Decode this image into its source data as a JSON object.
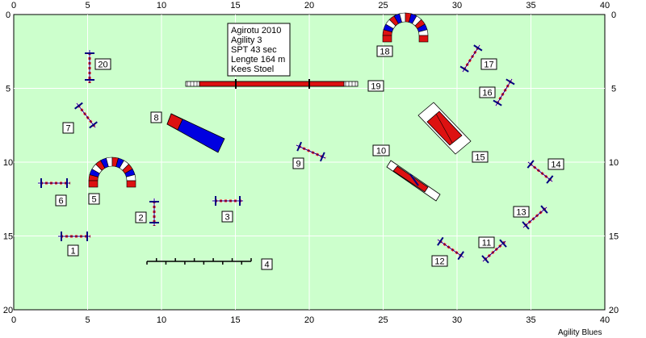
{
  "course": {
    "info_lines": [
      "Agirotu 2010",
      "Agility 3",
      "SPT 43 sec",
      "Lengte 164 m",
      "Kees Stoel"
    ],
    "brand": "Agility Blues"
  },
  "axes": {
    "x_ticks": [
      "0",
      "5",
      "10",
      "15",
      "20",
      "25",
      "30",
      "35",
      "40"
    ],
    "y_ticks": [
      "0",
      "5",
      "10",
      "15",
      "20"
    ]
  },
  "field": {
    "background": "#ccffcc",
    "grid_color": "#ffffff",
    "frame_color": "#000000"
  },
  "colors": {
    "bar_red": "#ff0000",
    "bar_white": "#ffffff",
    "post_blue": "#000080",
    "tunnel_blue": "#0000e0",
    "tunnel_red": "#dd1111"
  },
  "obstacles": [
    {
      "number": "1",
      "type": "jump",
      "icon": "jump-icon"
    },
    {
      "number": "2",
      "type": "jump",
      "icon": "jump-icon"
    },
    {
      "number": "3",
      "type": "jump",
      "icon": "jump-icon"
    },
    {
      "number": "4",
      "type": "weave-poles",
      "icon": "weave-poles-icon"
    },
    {
      "number": "5",
      "type": "tyre-arch",
      "icon": "tyre-arch-icon"
    },
    {
      "number": "6",
      "type": "jump",
      "icon": "jump-icon"
    },
    {
      "number": "7",
      "type": "jump",
      "icon": "jump-icon"
    },
    {
      "number": "8",
      "type": "tunnel",
      "icon": "tunnel-icon"
    },
    {
      "number": "9",
      "type": "jump",
      "icon": "jump-icon"
    },
    {
      "number": "10",
      "type": "seesaw",
      "icon": "seesaw-icon"
    },
    {
      "number": "11",
      "type": "jump",
      "icon": "jump-icon"
    },
    {
      "number": "12",
      "type": "jump",
      "icon": "jump-icon"
    },
    {
      "number": "13",
      "type": "jump",
      "icon": "jump-icon"
    },
    {
      "number": "14",
      "type": "jump",
      "icon": "jump-icon"
    },
    {
      "number": "15",
      "type": "a-frame",
      "icon": "a-frame-icon"
    },
    {
      "number": "16",
      "type": "jump",
      "icon": "jump-icon"
    },
    {
      "number": "17",
      "type": "jump",
      "icon": "jump-icon"
    },
    {
      "number": "18",
      "type": "tyre-arch",
      "icon": "tyre-arch-icon"
    },
    {
      "number": "19",
      "type": "dog-walk",
      "icon": "dog-walk-icon"
    },
    {
      "number": "20",
      "type": "jump",
      "icon": "jump-icon"
    }
  ]
}
